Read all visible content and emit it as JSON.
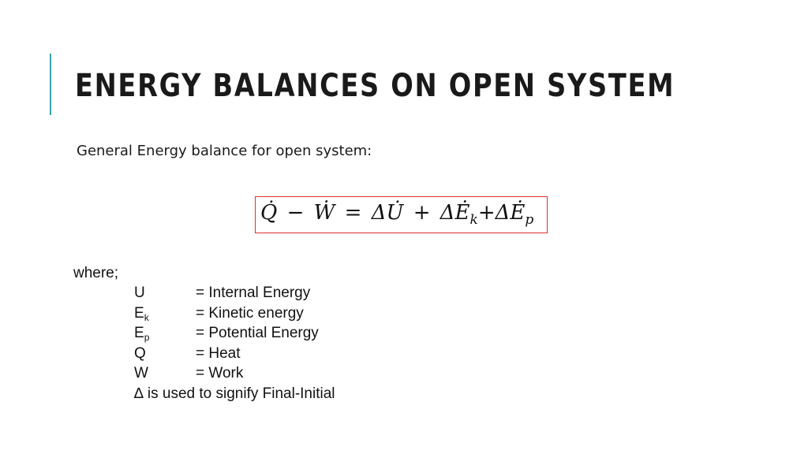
{
  "slide": {
    "title": "ENERGY BALANCES ON OPEN SYSTEM",
    "subtitle": "General Energy balance for open system:",
    "equation": {
      "lhs_1": "Q̇",
      "minus": "−",
      "lhs_2": "Ẇ",
      "equals": "=",
      "term_1": "ΔU̇",
      "plus": "+",
      "term_2": "ΔĖ",
      "term_2_sub": "k",
      "plus_2": "+",
      "term_3": "ΔĖ",
      "term_3_sub": "p"
    },
    "where_label": "where;",
    "definitions": [
      {
        "symbol": "U",
        "sub": "",
        "desc": "= Internal Energy"
      },
      {
        "symbol": "E",
        "sub": "k",
        "desc": "= Kinetic energy"
      },
      {
        "symbol": "E",
        "sub": "p",
        "desc": "= Potential Energy"
      },
      {
        "symbol": "Q",
        "sub": "",
        "desc": "= Heat"
      },
      {
        "symbol": "W",
        "sub": "",
        "desc": "= Work"
      }
    ],
    "delta_note": "∆ is used to signify Final-Initial",
    "accent_color": "#3a9fb0",
    "box_color": "#e03030"
  }
}
